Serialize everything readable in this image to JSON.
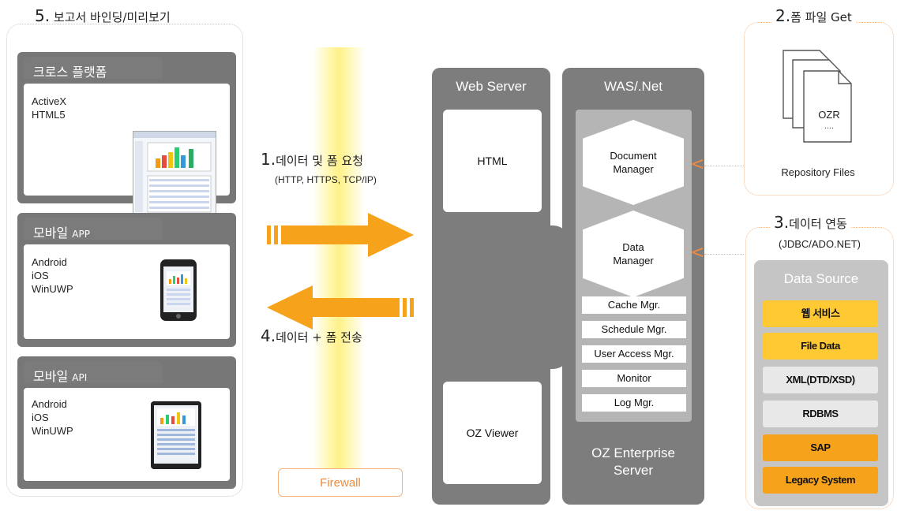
{
  "steps": {
    "s5": {
      "num": "5.",
      "label": "보고서 바인딩/미리보기"
    },
    "s1": {
      "num": "1.",
      "label": "데이터 및 폼 요청",
      "sub": "(HTTP, HTTPS, TCP/IP)"
    },
    "s4": {
      "num": "4.",
      "label": "데이터 + 폼 전송"
    },
    "s2": {
      "num": "2.",
      "label": "폼 파일 Get"
    },
    "s3": {
      "num": "3.",
      "label": "데이터 연동",
      "sub": "(JDBC/ADO.NET)"
    }
  },
  "clients": [
    {
      "title": "크로스 플랫폼",
      "lines": [
        "ActiveX",
        "HTML5"
      ]
    },
    {
      "title": "모바일",
      "title_suffix": "APP",
      "lines": [
        "Android",
        "iOS",
        "WinUWP"
      ]
    },
    {
      "title": "모바일",
      "title_suffix": "API",
      "lines": [
        "Android",
        "iOS",
        "WinUWP"
      ]
    }
  ],
  "firewall": "Firewall",
  "web_server": {
    "title": "Web Server",
    "html": "HTML",
    "viewer": "OZ Viewer"
  },
  "was": {
    "title": "WAS/.Net",
    "document_manager": "Document\nManager",
    "data_manager": "Data\nManager",
    "managers": [
      "Cache Mgr.",
      "Schedule Mgr.",
      "User Access Mgr.",
      "Monitor",
      "Log Mgr."
    ],
    "footer": "OZ Enterprise\nServer"
  },
  "repository": {
    "file_label": "OZR",
    "file_dots": "....",
    "caption": "Repository Files"
  },
  "data_source": {
    "title": "Data Source",
    "items": [
      {
        "label": "웹 서비스",
        "color": "#ffc933"
      },
      {
        "label": "File Data",
        "color": "#ffc933"
      },
      {
        "label": "XML(DTD/XSD)",
        "color": "#e8e8e8"
      },
      {
        "label": "RDBMS",
        "color": "#e8e8e8"
      },
      {
        "label": "SAP",
        "color": "#f7a21b"
      },
      {
        "label": "Legacy System",
        "color": "#f7a21b"
      }
    ]
  },
  "colors": {
    "orange_arrow": "#f7a21b",
    "firewall_glow": "#fff6a8",
    "server_gray": "#7d7d7d",
    "accent_orange": "#f08a3a"
  },
  "icons": [
    "arrow-right-icon",
    "arrow-left-icon",
    "document-stack-icon",
    "chevron-left-icon",
    "report-thumbnail-icon",
    "phone-icon",
    "tablet-icon"
  ]
}
